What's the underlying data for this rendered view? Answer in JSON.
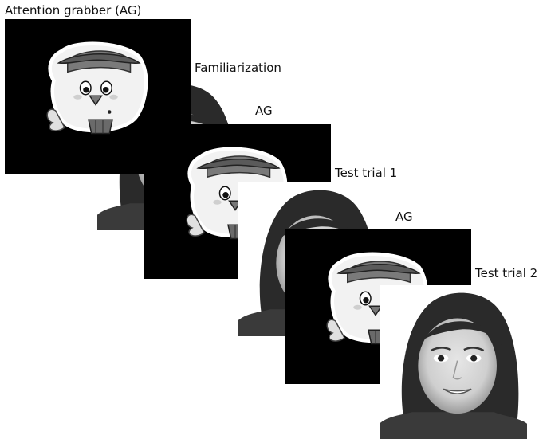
{
  "labels": {
    "attention_grabber": "Attention grabber (AG)",
    "familiarization": "Familiarization",
    "ag_2": "AG",
    "test_trial_1": "Test trial 1",
    "ag_3": "AG",
    "test_trial_2": "Test trial 2"
  },
  "sequence": [
    {
      "type": "attention-grabber-chick-icon"
    },
    {
      "type": "face-photo"
    },
    {
      "type": "attention-grabber-chick-icon"
    },
    {
      "type": "face-photo"
    },
    {
      "type": "attention-grabber-chick-icon"
    },
    {
      "type": "face-photo"
    }
  ]
}
